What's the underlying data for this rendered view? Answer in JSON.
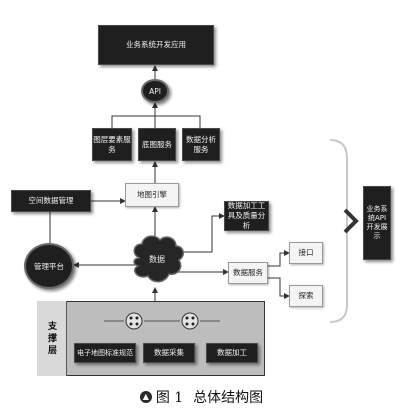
{
  "nodes": {
    "app_dev": "业务系统开发应用",
    "api": "API",
    "layer_service": "图层要素服务",
    "basemap_service": "底图服务",
    "analysis_service": "数据分析服务",
    "map_engine": "地图引擎",
    "spatial_mgmt": "空间数据管理",
    "processing_quality": "数据加工工具及质量分析",
    "data_cloud": "数据",
    "mgmt_platform": "管理平台",
    "data_service": "数据服务",
    "interface": "接口",
    "search": "探索",
    "right_panel": "业务系统API开发展示"
  },
  "support": {
    "label": "支撑层",
    "items": [
      "电子地图标准规范",
      "数据采集",
      "数据加工"
    ]
  },
  "caption": {
    "figure": "图 1",
    "title": "总体结构图"
  }
}
